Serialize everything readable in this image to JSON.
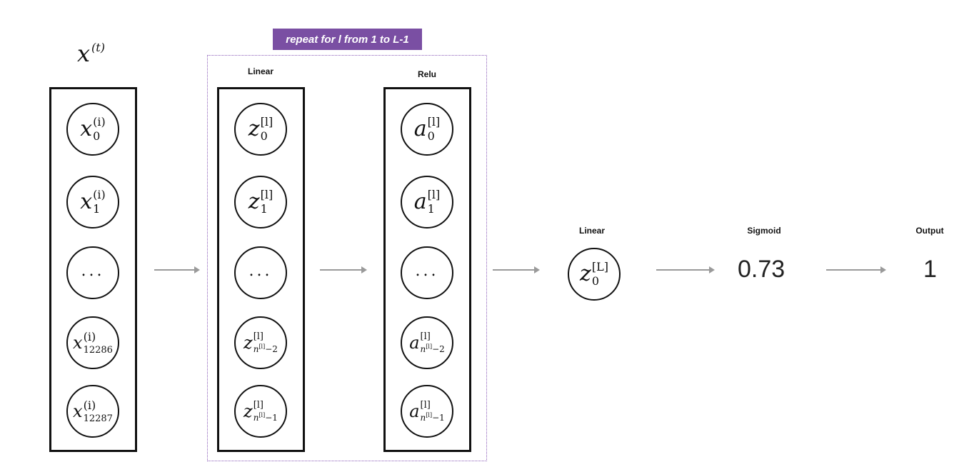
{
  "input_header": {
    "base": "x",
    "sup": "(t)"
  },
  "repeat_label": "repeat for l from 1 to L-1",
  "columns": {
    "linear_title": "Linear",
    "relu_title": "Relu"
  },
  "input_nodes": [
    {
      "base": "x",
      "sup": "(i)",
      "sub": "0"
    },
    {
      "base": "x",
      "sup": "(i)",
      "sub": "1"
    },
    {
      "ellipsis": "..."
    },
    {
      "base": "x",
      "sup": "(i)",
      "sub": "12286"
    },
    {
      "base": "x",
      "sup": "(i)",
      "sub": "12287"
    }
  ],
  "linear_nodes": [
    {
      "base": "z",
      "sup": "[l]",
      "sub": "0"
    },
    {
      "base": "z",
      "sup": "[l]",
      "sub": "1"
    },
    {
      "ellipsis": "..."
    },
    {
      "base": "z",
      "sup": "[l]",
      "sub_n": "n",
      "sub_n_sup": "[l]",
      "sub_rest": "−2"
    },
    {
      "base": "z",
      "sup": "[l]",
      "sub_n": "n",
      "sub_n_sup": "[l]",
      "sub_rest": "−1"
    }
  ],
  "relu_nodes": [
    {
      "base": "a",
      "sup": "[l]",
      "sub": "0"
    },
    {
      "base": "a",
      "sup": "[l]",
      "sub": "1"
    },
    {
      "ellipsis": "..."
    },
    {
      "base": "a",
      "sup": "[l]",
      "sub_n": "n",
      "sub_n_sup": "[l]",
      "sub_rest": "−2"
    },
    {
      "base": "a",
      "sup": "[l]",
      "sub_n": "n",
      "sub_n_sup": "[l]",
      "sub_rest": "−1"
    }
  ],
  "final_linear": {
    "title": "Linear",
    "base": "z",
    "sup": "[L]",
    "sub": "0"
  },
  "sigmoid": {
    "title": "Sigmoid",
    "value": "0.73"
  },
  "output": {
    "title": "Output",
    "value": "1"
  }
}
